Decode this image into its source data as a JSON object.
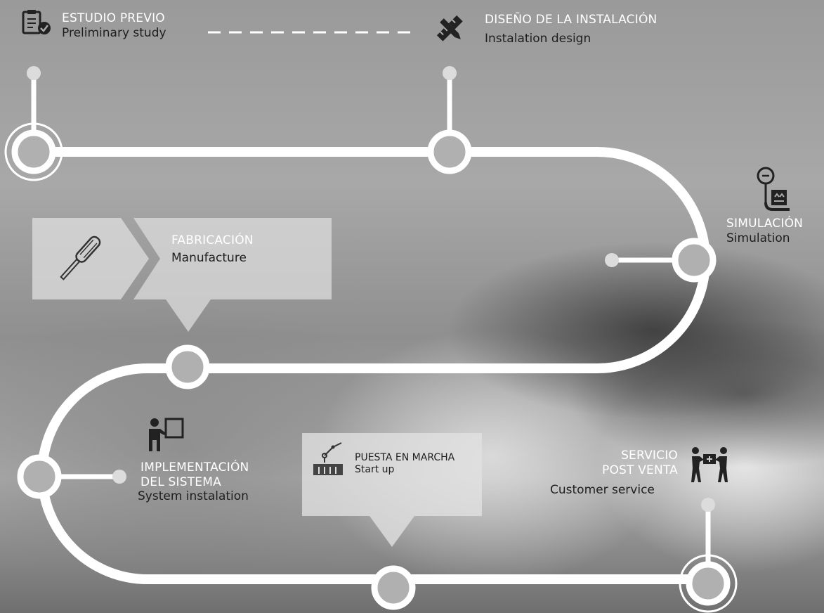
{
  "steps": {
    "estudio": {
      "title": "ESTUDIO PREVIO",
      "subtitle": "Preliminary study",
      "icon": "checklist-icon"
    },
    "diseno": {
      "title": "DISEÑO DE LA INSTALACIÓN",
      "subtitle": "Instalation design",
      "icon": "pencil-ruler-icon"
    },
    "simulacion": {
      "title": "SIMULACIÓN",
      "subtitle": "Simulation",
      "icon": "conveyor-box-icon"
    },
    "fabricacion": {
      "title": "FABRICACIÓN",
      "subtitle": "Manufacture",
      "icon": "screwdriver-icon"
    },
    "implementacion": {
      "title_line1": "IMPLEMENTACIÓN",
      "title_line2": "DEL SISTEMA",
      "subtitle": "System instalation",
      "icon": "engineer-board-icon"
    },
    "puesta": {
      "title": "PUESTA EN MARCHA",
      "subtitle": "Start up",
      "icon": "robot-crane-icon"
    },
    "servicio": {
      "title_line1": "SERVICIO",
      "title_line2": "POST VENTA",
      "subtitle": "Customer service",
      "icon": "customer-handshake-icon"
    }
  },
  "colors": {
    "track": "#ffffff",
    "node_fill": "#b5b5b5",
    "title_text": "#ffffff",
    "subtitle_text": "#1f1f1f",
    "icon": "#222222"
  }
}
